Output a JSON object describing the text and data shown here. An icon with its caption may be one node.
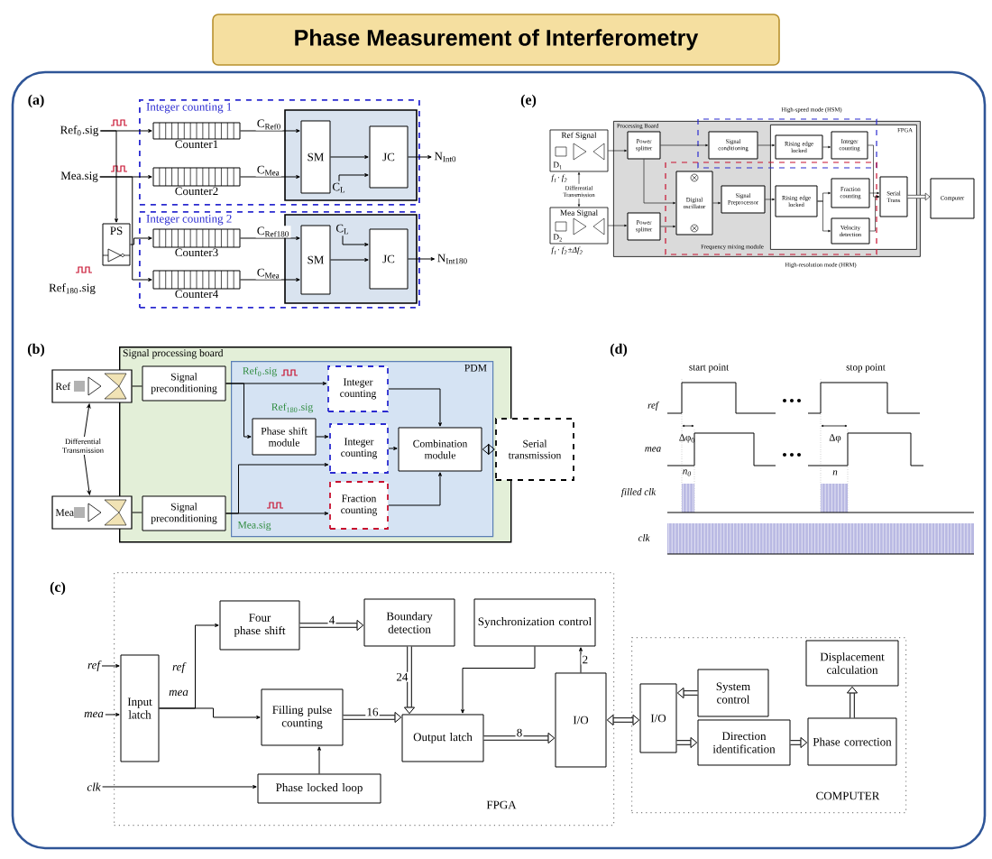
{
  "diagram": {
    "title": "Phase Measurement of Interferometry",
    "nodes": [
      {
        "text": [
          "Integer counting 1"
        ]
      },
      {
        "text": [
          "Counter1"
        ],
        "in": 0
      },
      {
        "text": [
          "Counter2"
        ],
        "in": 0
      },
      {
        "text": [
          "SM"
        ],
        "in": 0
      },
      {
        "text": [
          "JC"
        ],
        "in": 0
      },
      {
        "text": [
          "C$_{L}$"
        ],
        "in": 0
      },
      {
        "text": [
          "Integer counting 2"
        ]
      },
      {
        "text": [
          "Counter3"
        ],
        "in": 6
      },
      {
        "text": [
          "Counter4"
        ],
        "in": 6
      },
      {
        "text": [
          "SM"
        ],
        "in": 6
      },
      {
        "text": [
          "JC"
        ],
        "in": 6
      },
      {
        "text": [
          "C$_{L}$"
        ],
        "in": 6
      },
      {
        "text": [
          "PS"
        ]
      },
      {
        "text": [
          "Ref$_{0}$.sig"
        ]
      },
      {
        "text": [
          "Mea.sig"
        ]
      },
      {
        "text": [
          "N$_{Int0}$"
        ]
      },
      {
        "text": [
          "N$_{Int180}$"
        ]
      },
      {
        "text": [
          "Ref Signal",
          "D$_{1}$"
        ],
        "beside": [
          "f$_{1}$· f$_{2}$"
        ]
      },
      {
        "text": [
          "Mea Signal",
          "D$_{2}$"
        ],
        "beside": [
          "f$_{1}$· f$_{2}$±Δf$_{2}$"
        ]
      },
      {
        "text": [
          "Processing Board"
        ]
      },
      {
        "text": [
          "Power splitter"
        ],
        "in": 19
      },
      {
        "text": [
          "Power splitter"
        ],
        "in": 19
      },
      {
        "text": [
          "Signal conditioning"
        ],
        "in": 19
      },
      {
        "text": [
          "Digital oscillator"
        ],
        "in": 19
      },
      {
        "text": [
          "Signal Preprocessor"
        ],
        "in": 19
      },
      {
        "text": [
          "FPGA"
        ],
        "in": 19
      },
      {
        "text": [
          "Rising edge locked"
        ],
        "in": 25
      },
      {
        "text": [
          "Integer counting"
        ],
        "in": 25
      },
      {
        "text": [
          "Rising edge locked"
        ],
        "in": 25
      },
      {
        "text": [
          "Fraction counting"
        ],
        "in": 25
      },
      {
        "text": [
          "Velocity detection"
        ],
        "in": 25
      },
      {
        "text": [
          "Serial Trans"
        ],
        "in": 25
      },
      {
        "text": [
          "Computer"
        ]
      },
      {
        "text": [
          "Differential Transmission"
        ]
      },
      {
        "text": [
          "Signal processing board"
        ]
      },
      {
        "text": [
          "Ref"
        ]
      },
      {
        "text": [
          "Mea"
        ]
      },
      {
        "text": [
          "Signal preconditioning"
        ],
        "in": 34
      },
      {
        "text": [
          "Signal preconditioning"
        ],
        "in": 34
      },
      {
        "text": [
          "PDM"
        ],
        "in": 34
      },
      {
        "text": [
          "Integer counting"
        ],
        "in": 39
      },
      {
        "text": [
          "Phase shift module"
        ],
        "in": 39
      },
      {
        "text": [
          "Integer counting"
        ],
        "in": 39
      },
      {
        "text": [
          "Fraction counting"
        ],
        "in": 39
      },
      {
        "text": [
          "Combination module"
        ],
        "in": 39
      },
      {
        "text": [
          "Serial transmission"
        ]
      },
      {
        "text": [
          "Differential Transmission"
        ]
      },
      {
        "text": [
          "FPGA"
        ]
      },
      {
        "text": [
          "Input latch"
        ],
        "in": 47
      },
      {
        "text": [
          "Four phase shift"
        ],
        "in": 47
      },
      {
        "text": [
          "Boundary detection"
        ],
        "in": 47
      },
      {
        "text": [
          "Synchronization control"
        ],
        "in": 47
      },
      {
        "text": [
          "Filling pulse counting"
        ],
        "in": 47
      },
      {
        "text": [
          "Output latch"
        ],
        "in": 47
      },
      {
        "text": [
          "Phase locked loop"
        ],
        "in": 47
      },
      {
        "text": [
          "I/O"
        ],
        "in": 47
      },
      {
        "text": [
          "COMPUTER"
        ]
      },
      {
        "text": [
          "I/O"
        ],
        "in": 56
      },
      {
        "text": [
          "System control"
        ],
        "in": 56
      },
      {
        "text": [
          "Direction identification"
        ],
        "in": 56
      },
      {
        "text": [
          "Phase correction"
        ],
        "in": 56
      },
      {
        "text": [
          "Displacement calculation"
        ],
        "in": 56
      },
      {
        "text": [
          "ref"
        ]
      },
      {
        "text": [
          "mea"
        ]
      },
      {
        "text": [
          "clk"
        ]
      }
    ],
    "edges": [
      {
        "from": 13,
        "to": 1,
        "arrow": "to"
      },
      {
        "from": 13,
        "to": 12,
        "arrow": "to"
      },
      {
        "from": 12,
        "to": 7,
        "arrow": "to"
      },
      {
        "from": 14,
        "to": 2,
        "arrow": "to"
      },
      {
        "from": 14,
        "to": 8,
        "arrow": "to"
      },
      {
        "from": 1,
        "to": 3,
        "arrow": "to",
        "label": "C$_{Ref0}$"
      },
      {
        "from": 2,
        "to": 3,
        "arrow": "to",
        "label": "C$_{Mea}$"
      },
      {
        "from": 3,
        "to": 4,
        "arrow": "to"
      },
      {
        "from": 5,
        "to": 4,
        "arrow": "to"
      },
      {
        "from": 4,
        "to": 15,
        "arrow": "to"
      },
      {
        "from": 7,
        "to": 9,
        "arrow": "to",
        "label": "C$_{Ref180}$"
      },
      {
        "from": 8,
        "to": 9,
        "arrow": "to",
        "label": "C$_{Mea}$"
      },
      {
        "from": 9,
        "to": 10,
        "arrow": "to"
      },
      {
        "from": 11,
        "to": 10,
        "arrow": "to"
      },
      {
        "from": 10,
        "to": 16,
        "arrow": "to"
      },
      {
        "from": 17,
        "to": 20,
        "arrow": "to"
      },
      {
        "from": 18,
        "to": 21,
        "arrow": "to"
      },
      {
        "from": 20,
        "to": 22,
        "arrow": "to"
      },
      {
        "from": 22,
        "to": 26,
        "arrow": "to"
      },
      {
        "from": 26,
        "to": 27,
        "arrow": "to"
      },
      {
        "from": 20,
        "to": 23,
        "arrow": "to"
      },
      {
        "from": 21,
        "to": 23,
        "arrow": "to"
      },
      {
        "from": 23,
        "to": 24,
        "arrow": "to"
      },
      {
        "from": 24,
        "to": 28,
        "arrow": "to"
      },
      {
        "from": 28,
        "to": 29,
        "arrow": "to"
      },
      {
        "from": 28,
        "to": 30,
        "arrow": "to"
      },
      {
        "from": 27,
        "to": 31,
        "arrow": "to"
      },
      {
        "from": 29,
        "to": 31,
        "arrow": "to"
      },
      {
        "from": 30,
        "to": 31,
        "arrow": "to"
      },
      {
        "from": 31,
        "to": 32,
        "arrow": "to",
        "style": "thick"
      },
      {
        "from": 33,
        "to": 17,
        "arrow": "to"
      },
      {
        "from": 33,
        "to": 18,
        "arrow": "to"
      },
      {
        "from": 35,
        "to": 37,
        "arrow": "none"
      },
      {
        "from": 36,
        "to": 38,
        "arrow": "none"
      },
      {
        "from": 37,
        "to": 40,
        "arrow": "to"
      },
      {
        "from": 37,
        "to": 41,
        "arrow": "to"
      },
      {
        "from": 41,
        "to": 42,
        "arrow": "to"
      },
      {
        "from": 38,
        "to": 43,
        "arrow": "to"
      },
      {
        "from": 38,
        "to": 42,
        "arrow": "to"
      },
      {
        "from": 40,
        "to": 44,
        "arrow": "to"
      },
      {
        "from": 42,
        "to": 44,
        "arrow": "to"
      },
      {
        "from": 43,
        "to": 44,
        "arrow": "to"
      },
      {
        "from": 44,
        "to": 45,
        "arrow": "both",
        "style": "thick"
      },
      {
        "from": 46,
        "to": 35,
        "arrow": "to"
      },
      {
        "from": 46,
        "to": 36,
        "arrow": "to"
      },
      {
        "from": 62,
        "to": 48,
        "arrow": "to"
      },
      {
        "from": 63,
        "to": 48,
        "arrow": "to"
      },
      {
        "from": 64,
        "to": 54,
        "arrow": "to"
      },
      {
        "from": 48,
        "to": 49,
        "arrow": "to"
      },
      {
        "from": 48,
        "to": 52,
        "arrow": "to"
      },
      {
        "from": 49,
        "to": 50,
        "arrow": "to",
        "style": "thick",
        "label": "4"
      },
      {
        "from": 50,
        "to": 53,
        "arrow": "to",
        "style": "thick",
        "label": "24"
      },
      {
        "from": 52,
        "to": 53,
        "arrow": "to",
        "style": "thick",
        "label": "16"
      },
      {
        "from": 54,
        "to": 52,
        "arrow": "to"
      },
      {
        "from": 51,
        "to": 53,
        "arrow": "to"
      },
      {
        "from": 53,
        "to": 55,
        "arrow": "to",
        "style": "thick",
        "label": "8"
      },
      {
        "from": 55,
        "to": 51,
        "arrow": "to",
        "label": "2"
      },
      {
        "from": 55,
        "to": 57,
        "arrow": "both",
        "style": "thick"
      },
      {
        "from": 58,
        "to": 57,
        "arrow": "to",
        "style": "thick"
      },
      {
        "from": 57,
        "to": 59,
        "arrow": "to",
        "style": "thick"
      },
      {
        "from": 59,
        "to": 60,
        "arrow": "to",
        "style": "thick"
      },
      {
        "from": 60,
        "to": 61,
        "arrow": "to",
        "style": "thick"
      }
    ],
    "labels": [
      "(a)",
      "Ref$_{180}$.sig",
      "(e)",
      "High-speed mode (HSM)",
      "Frequency mixing module",
      "High-resolution mode (HRM)",
      "(b)",
      "Ref$_{0}$.sig",
      "Ref$_{180}$.sig",
      "Mea.sig",
      "(d)",
      "start point",
      "stop point",
      "ref",
      "Δφ$_{0}$",
      "mea",
      "Δφ",
      "n$_{0}$",
      "n",
      "filled clk",
      "clk",
      "(c)",
      "ref",
      "mea"
    ]
  }
}
